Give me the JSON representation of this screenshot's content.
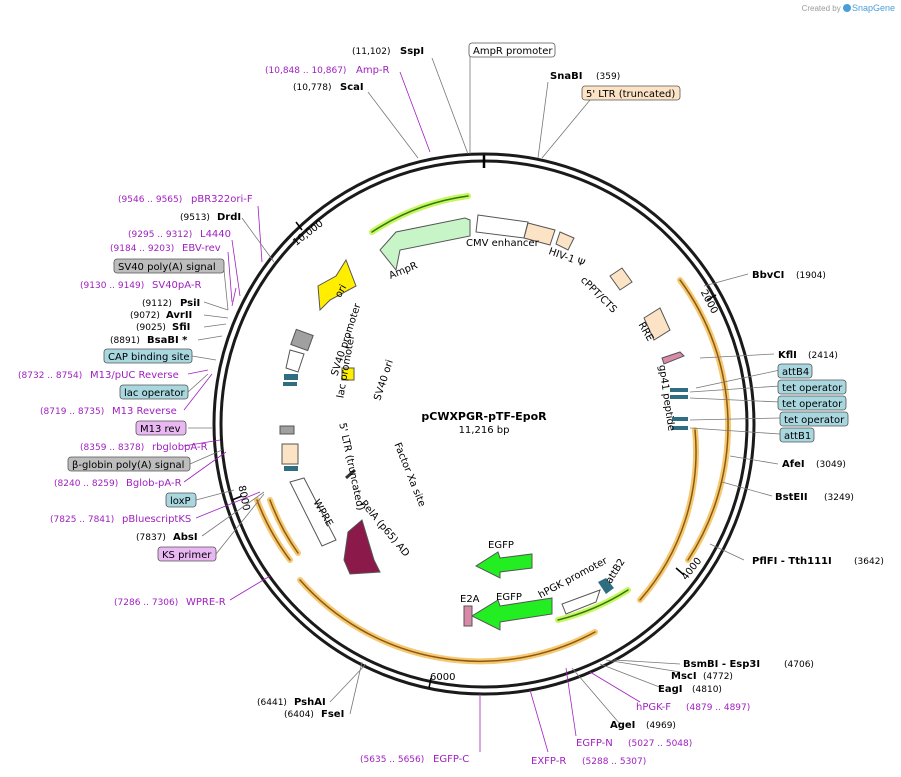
{
  "credit": {
    "prefix": "Created by",
    "brand": "SnapGene"
  },
  "plasmid": {
    "name": "pCWXPGR-pTF-EpoR",
    "size": "11,216 bp"
  },
  "ticks": [
    "2000",
    "4000",
    "6000",
    "8000",
    "10,000"
  ],
  "enzymes": [
    {
      "name": "SspI",
      "pos": "(11,102)"
    },
    {
      "name": "SnaBI",
      "pos": "(359)"
    },
    {
      "name": "ScaI",
      "pos": "(10,778)"
    },
    {
      "name": "BbvCI",
      "pos": "(1904)"
    },
    {
      "name": "DrdI",
      "pos": "(9513)"
    },
    {
      "name": "KflI",
      "pos": "(2414)"
    },
    {
      "name": "PsiI",
      "pos": "(9112)"
    },
    {
      "name": "AvrII",
      "pos": "(9072)"
    },
    {
      "name": "SfiI",
      "pos": "(9025)"
    },
    {
      "name": "BsaBI *",
      "pos": "(8891)"
    },
    {
      "name": "AfeI",
      "pos": "(3049)"
    },
    {
      "name": "BstEII",
      "pos": "(3249)"
    },
    {
      "name": "AbsI",
      "pos": "(7837)"
    },
    {
      "name": "PflFI - Tth111I",
      "pos": "(3642)"
    },
    {
      "name": "BsmBI - Esp3I",
      "pos": "(4706)"
    },
    {
      "name": "MscI",
      "pos": "(4772)"
    },
    {
      "name": "EagI",
      "pos": "(4810)"
    },
    {
      "name": "AgeI",
      "pos": "(4969)"
    },
    {
      "name": "PshAI",
      "pos": "(6441)"
    },
    {
      "name": "FseI",
      "pos": "(6404)"
    }
  ],
  "primers": [
    {
      "name": "Amp-R",
      "pos": "(10,848 .. 10,867)"
    },
    {
      "name": "pBR322ori-F",
      "pos": "(9546 .. 9565)"
    },
    {
      "name": "L4440",
      "pos": "(9295 .. 9312)"
    },
    {
      "name": "EBV-rev",
      "pos": "(9184 .. 9203)"
    },
    {
      "name": "SV40pA-R",
      "pos": "(9130 .. 9149)"
    },
    {
      "name": "M13/pUC Reverse",
      "pos": "(8732 .. 8754)"
    },
    {
      "name": "M13 Reverse",
      "pos": "(8719 .. 8735)"
    },
    {
      "name": "rbglobpA-R",
      "pos": "(8359 .. 8378)"
    },
    {
      "name": "Bglob-pA-R",
      "pos": "(8240 .. 8259)"
    },
    {
      "name": "pBluescriptKS",
      "pos": "(7825 .. 7841)"
    },
    {
      "name": "WPRE-R",
      "pos": "(7286 .. 7306)"
    },
    {
      "name": "hPGK-F",
      "pos": "(4879 .. 4897)"
    },
    {
      "name": "EGFP-N",
      "pos": "(5027 .. 5048)"
    },
    {
      "name": "EXFP-R",
      "pos": "(5288 .. 5307)"
    },
    {
      "name": "EGFP-C",
      "pos": "(5635 .. 5656)"
    }
  ],
  "boxed_labels": [
    {
      "name": "AmpR promoter",
      "color": "#ffffff"
    },
    {
      "name": "5' LTR (truncated)",
      "color": "#fde3c5"
    },
    {
      "name": "SV40 poly(A) signal",
      "color": "#bdbdbd"
    },
    {
      "name": "CAP binding site",
      "color": "#a8d7df"
    },
    {
      "name": "lac operator",
      "color": "#a8d7df"
    },
    {
      "name": "M13 rev",
      "color": "#e9b7f2"
    },
    {
      "name": "β-globin poly(A) signal",
      "color": "#bdbdbd"
    },
    {
      "name": "loxP",
      "color": "#a8d7df"
    },
    {
      "name": "KS primer",
      "color": "#e9b7f2"
    },
    {
      "name": "attB4",
      "color": "#a8d7df"
    },
    {
      "name": "tet operator",
      "color": "#a8d7df"
    },
    {
      "name": "tet operator",
      "color": "#a8d7df"
    },
    {
      "name": "tet operator",
      "color": "#a8d7df"
    },
    {
      "name": "attB1",
      "color": "#a8d7df"
    }
  ],
  "inner_labels": [
    "CMV enhancer",
    "HIV-1 Ψ",
    "cPPT/CTS",
    "RRE",
    "gp41 peptide",
    "AmpR",
    "ori",
    "SV40 promoter",
    "SV40 ori",
    "lac promoter",
    "5' LTR (truncated)",
    "Factor Xa site",
    "WPRE",
    "RelA (p65) AD",
    "EGFP",
    "hPGK promoter",
    "attB2",
    "EGFP",
    "E2A"
  ],
  "colors": {
    "primer": "#a020c0",
    "backbone": "#1a1a1a",
    "orf_orange": "#f0a030",
    "egfp": "#22ee22",
    "ampr": "#c8f5c8",
    "ori": "#ffee00",
    "rela": "#8b1a4a"
  }
}
